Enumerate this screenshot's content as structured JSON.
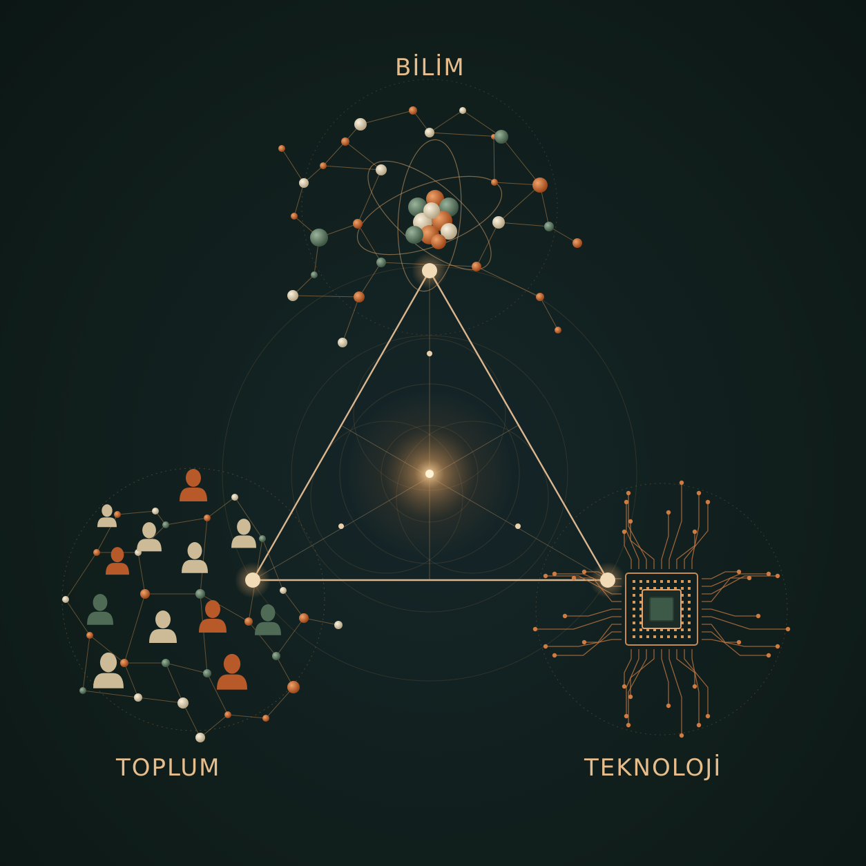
{
  "nodes": {
    "top": {
      "label": "BİLİM",
      "icon": "atom-network-icon"
    },
    "left": {
      "label": "TOPLUM",
      "icon": "people-network-icon"
    },
    "right": {
      "label": "TEKNOLOJİ",
      "icon": "microchip-icon"
    }
  },
  "colors": {
    "background": "#0f1c1a",
    "label": "#e6bd8c",
    "triangle": "#f1c79a",
    "copper": "#c4612a",
    "sage": "#5e7a62",
    "cream": "#e8dcc2",
    "line": "#b9854f"
  }
}
